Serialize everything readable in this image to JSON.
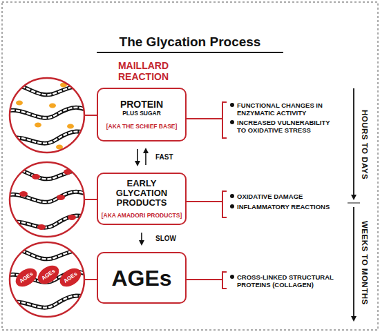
{
  "diagram": {
    "title": "The Glycation Process",
    "nodes": [
      {
        "text": [
          "PROTEIN",
          "PLUS SUGAR",
          "[AKA THE SCHIEF BASE]"
        ]
      },
      {
        "text": [
          "EARLY GLYCATION PRODUCTS",
          "[AKA AMADORI PRODUCTS]"
        ]
      },
      {
        "text": [
          "AGEs"
        ]
      }
    ],
    "edges": [
      {
        "from": 0,
        "to": 1,
        "arrow": "to",
        "label": "FAST"
      },
      {
        "from": 1,
        "to": 0,
        "arrow": "to"
      },
      {
        "from": 1,
        "to": 2,
        "arrow": "to",
        "label": "SLOW"
      }
    ],
    "labels": [
      "MAILLARD REACTION",
      "AGEs",
      "AGEs",
      "AGEs",
      "FUNCTIONAL CHANGES IN ENZYMATIC ACTIVITY",
      "INCREASED VULNERABILITY TO OXIDATIVE STRESS",
      "OXIDATIVE DAMAGE",
      "INFLAMMATORY REACTIONS",
      "CROSS-LINKED STRUCTURAL PROTEINS (COLLAGEN)",
      "HOURS TO DAYS",
      "WEEKS TO MONTHS"
    ]
  }
}
